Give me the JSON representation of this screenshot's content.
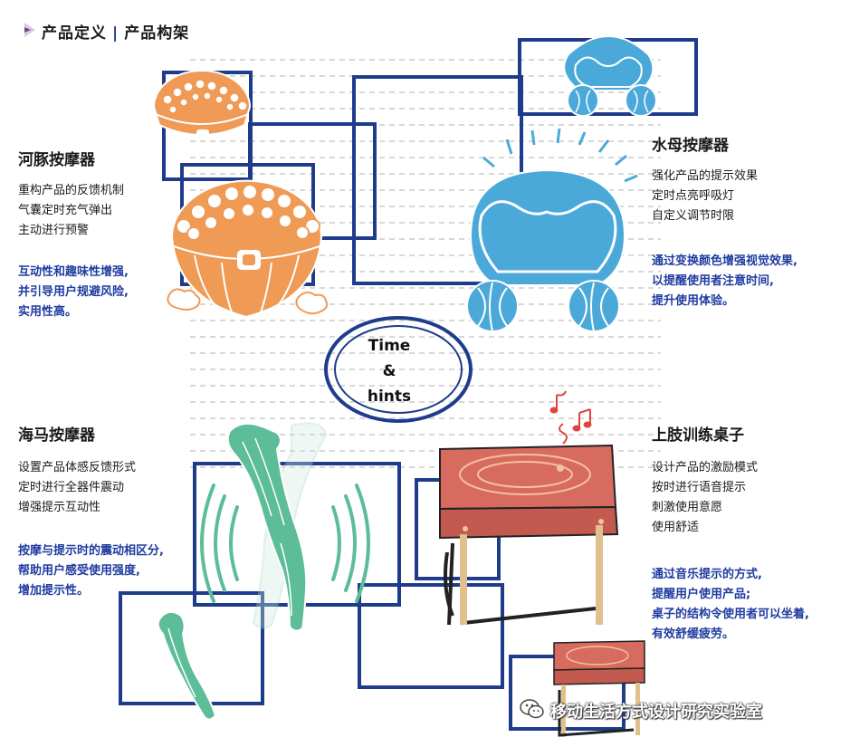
{
  "header": {
    "part1": "产品定义",
    "separator": "|",
    "part2": "产品构架"
  },
  "center": {
    "line1": "Time",
    "line2": "&",
    "line3": "hints"
  },
  "dolphin": {
    "name": "河豚按摩器",
    "features": [
      "重构产品的反馈机制",
      "气囊定时充气弹出",
      "主动进行预警"
    ],
    "benefits": [
      "互动性和趣味性增强,",
      "并引导用户规避风险,",
      "实用性高。"
    ]
  },
  "jellyfish": {
    "name": "水母按摩器",
    "features": [
      "强化产品的提示效果",
      "定时点亮呼吸灯",
      "自定义调节时限"
    ],
    "benefits": [
      "通过变换颜色增强视觉效果,",
      "以提醒使用者注意时间,",
      "提升使用体验。"
    ]
  },
  "seahorse": {
    "name": "海马按摩器",
    "features": [
      "设置产品体感反馈形式",
      "定时进行全器件震动",
      "增强提示互动性"
    ],
    "benefits": [
      "按摩与提示时的震动相区分,",
      "帮助用户感受使用强度,",
      "增加提示性。"
    ]
  },
  "desk": {
    "name": "上肢训练桌子",
    "features": [
      "设计产品的激励模式",
      "按时进行语音提示",
      "刺激使用意愿",
      "使用舒适"
    ],
    "benefits": [
      "通过音乐提示的方式,",
      "提醒用户使用产品;",
      "桌子的结构令使用者可以坐着,",
      "有效舒缓疲劳。"
    ]
  },
  "watermark": {
    "text": "移动生活方式设计研究实验室",
    "icon": "wechat-icon"
  },
  "colors": {
    "frame_blue": "#1f3b8c",
    "orange": "#ef9a55",
    "sky": "#4ba9da",
    "mint": "#5cbd98",
    "red": "#d86b5f",
    "text_blue": "#1f3ba0"
  }
}
